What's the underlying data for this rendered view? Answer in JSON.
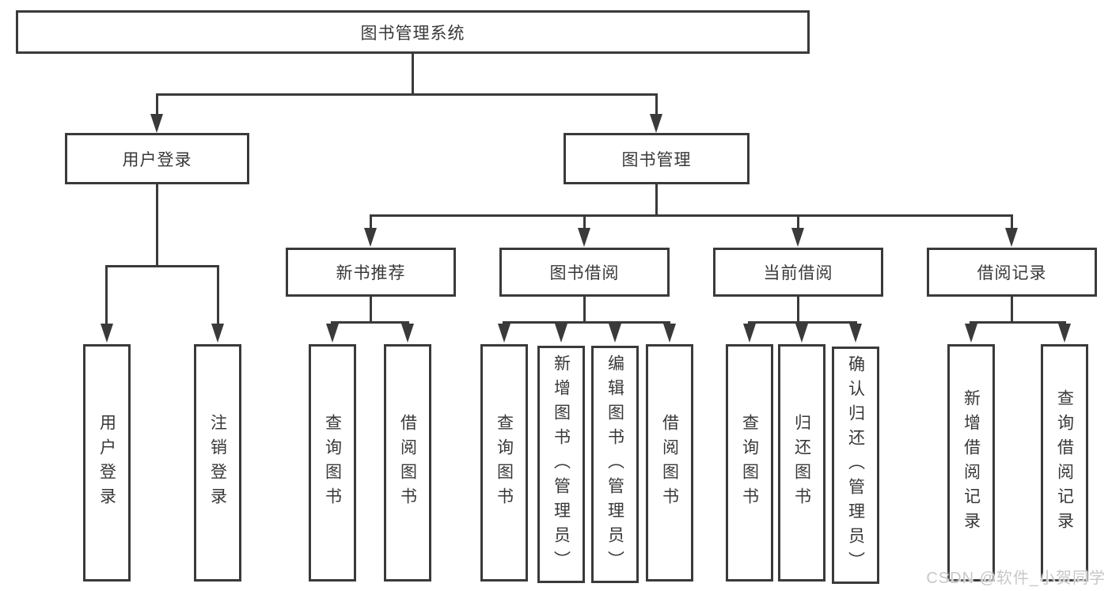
{
  "diagram": {
    "root": {
      "label": "图书管理系统"
    },
    "level2": [
      {
        "label": "用户登录"
      },
      {
        "label": "图书管理"
      }
    ],
    "level3": [
      {
        "label": "新书推荐",
        "parent": "图书管理"
      },
      {
        "label": "图书借阅",
        "parent": "图书管理"
      },
      {
        "label": "当前借阅",
        "parent": "图书管理"
      },
      {
        "label": "借阅记录",
        "parent": "图书管理"
      }
    ],
    "leaves": [
      {
        "label": "用户登录",
        "parent": "用户登录"
      },
      {
        "label": "注销登录",
        "parent": "用户登录"
      },
      {
        "label": "查询图书",
        "parent": "新书推荐"
      },
      {
        "label": "借阅图书",
        "parent": "新书推荐"
      },
      {
        "label": "查询图书",
        "parent": "图书借阅"
      },
      {
        "label": "新增图书（管理员）",
        "parent": "图书借阅"
      },
      {
        "label": "编辑图书（管理员）",
        "parent": "图书借阅"
      },
      {
        "label": "借阅图书",
        "parent": "图书借阅"
      },
      {
        "label": "查询图书",
        "parent": "当前借阅"
      },
      {
        "label": "归还图书",
        "parent": "当前借阅"
      },
      {
        "label": "确认归还（管理员）",
        "parent": "当前借阅"
      },
      {
        "label": "新增借阅记录",
        "parent": "借阅记录"
      },
      {
        "label": "查询借阅记录",
        "parent": "借阅记录"
      }
    ]
  },
  "watermark": "CSDN @软件_小贺同学",
  "colors": {
    "line": "#3a3a3a",
    "text": "#383838",
    "watermark": "#c8c8c8"
  }
}
